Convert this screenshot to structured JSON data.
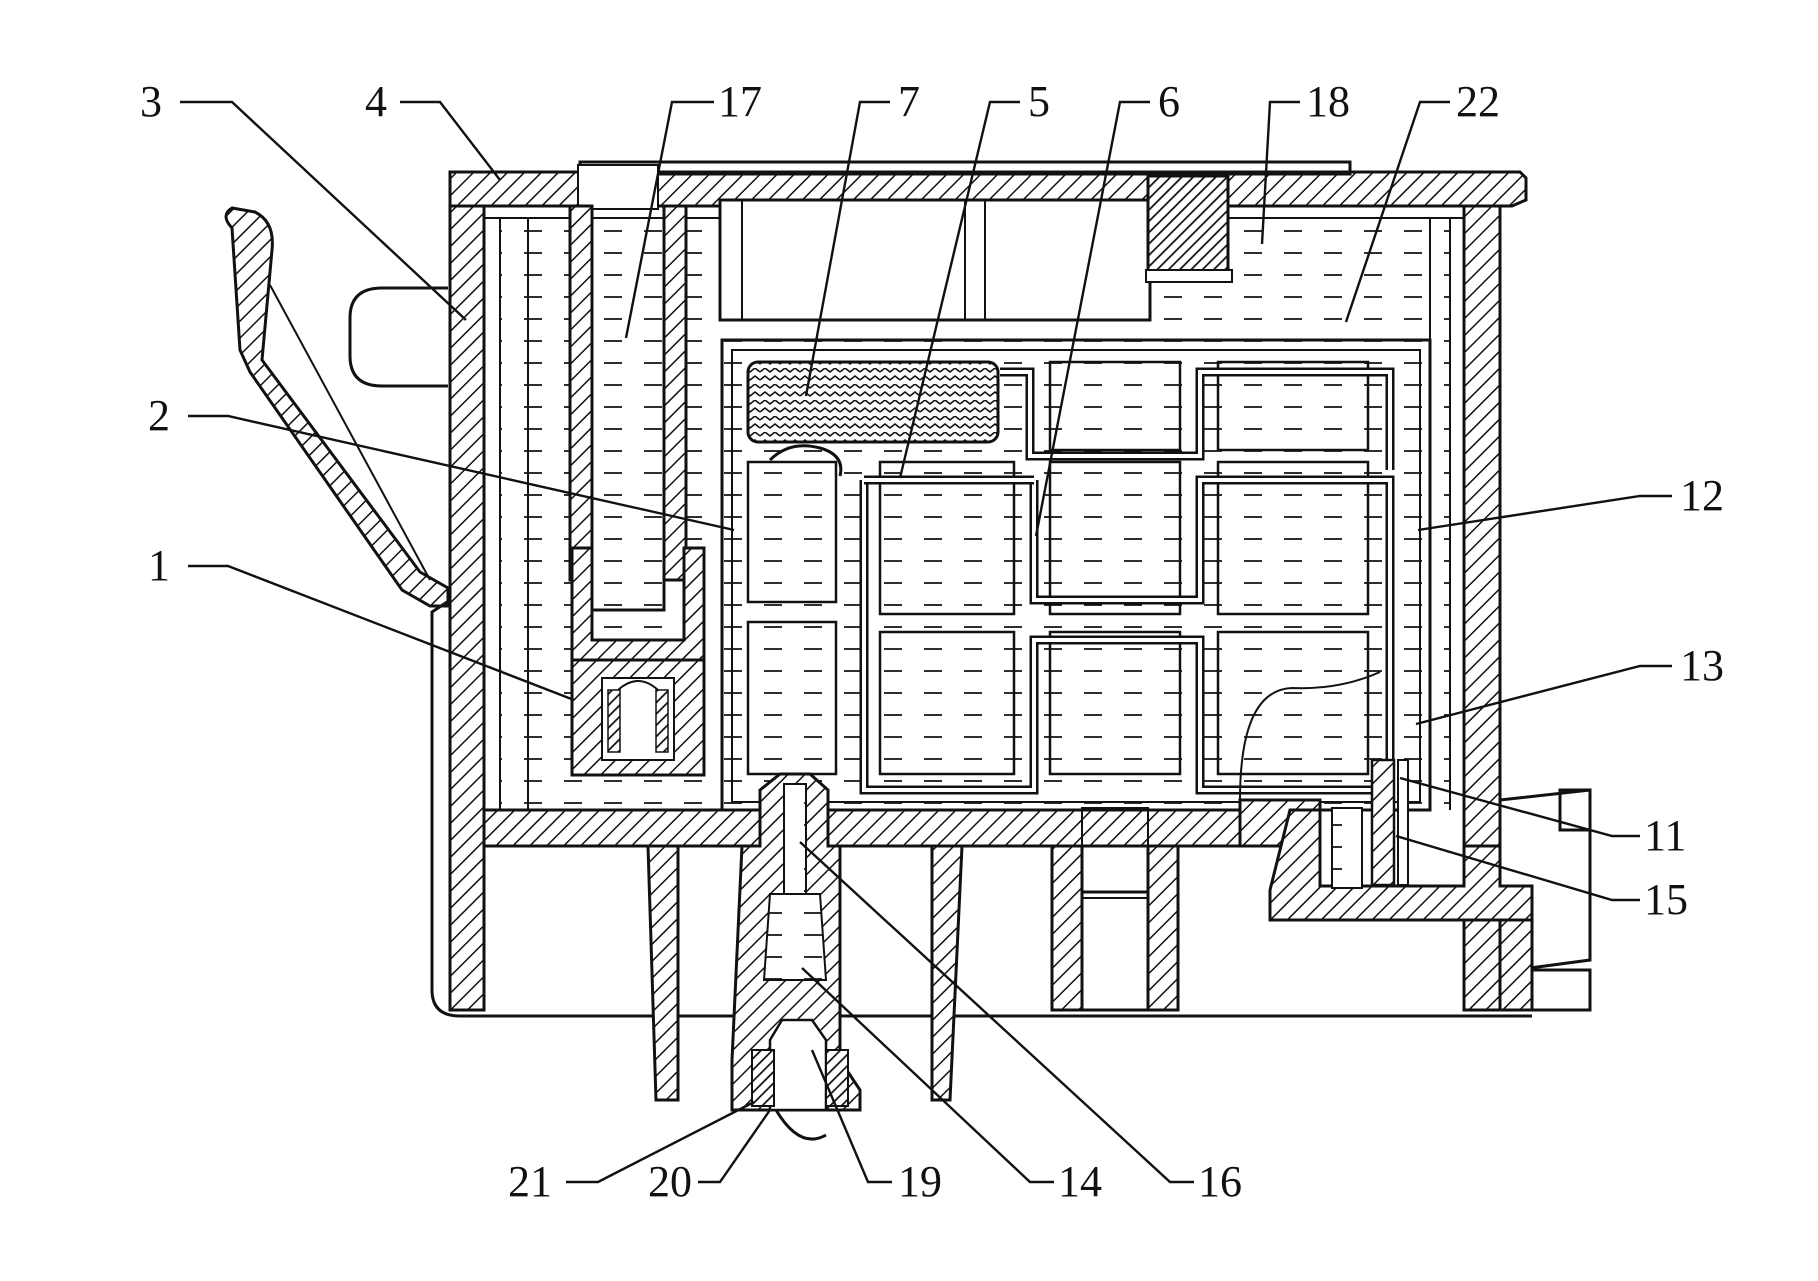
{
  "labels": {
    "l1": "1",
    "l2": "2",
    "l3": "3",
    "l4": "4",
    "l5": "5",
    "l6": "6",
    "l7": "7",
    "l11": "11",
    "l12": "12",
    "l13": "13",
    "l14": "14",
    "l15": "15",
    "l16": "16",
    "l17": "17",
    "l18": "18",
    "l19": "19",
    "l20": "20",
    "l21": "21",
    "l22": "22"
  }
}
